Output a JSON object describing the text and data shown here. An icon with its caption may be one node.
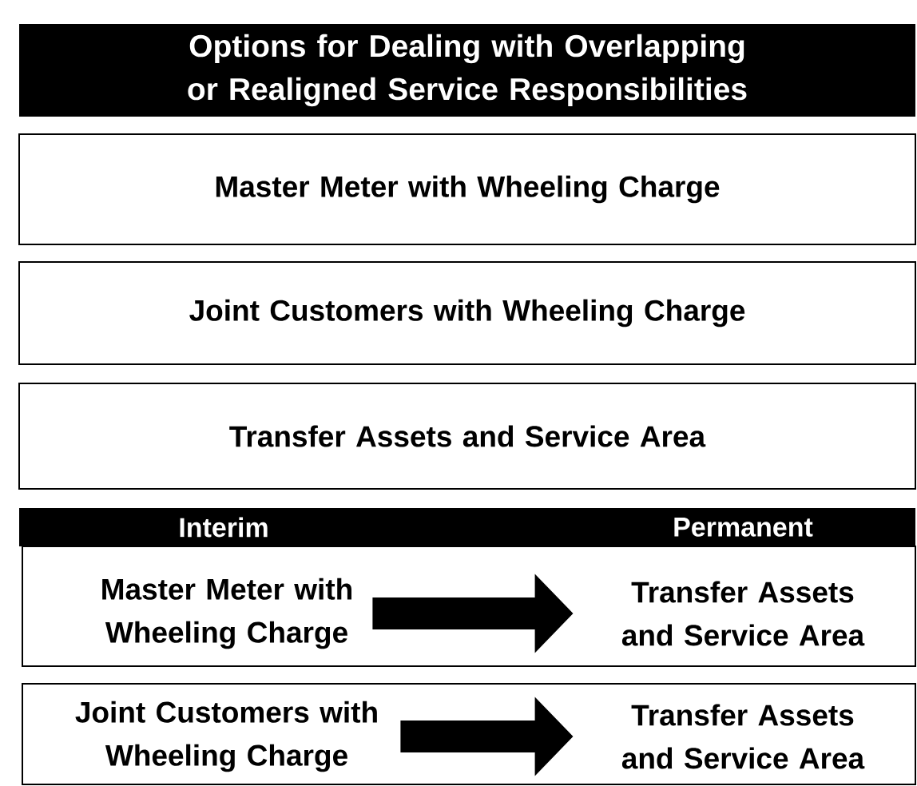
{
  "diagram": {
    "nodes": [
      {
        "text": [
          "Options for Dealing with Overlapping or Realigned Service Responsibilities"
        ]
      },
      {
        "text": [
          "Master Meter with Wheeling Charge"
        ]
      },
      {
        "text": [
          "Joint Customers with Wheeling Charge"
        ]
      },
      {
        "text": [
          "Transfer Assets and Service Area"
        ]
      },
      {
        "text": [
          "Interim",
          "Permanent"
        ]
      },
      {
        "text": [],
        "shape": "box"
      },
      {
        "text": [
          "Master Meter with Wheeling Charge"
        ],
        "in": 5
      },
      {
        "text": [
          "Transfer Assets and Service Area"
        ],
        "in": 5
      },
      {
        "text": [],
        "shape": "box"
      },
      {
        "text": [
          "Joint Customers with Wheeling Charge"
        ],
        "in": 8
      },
      {
        "text": [
          "Transfer Assets and Service Area"
        ],
        "in": 8
      }
    ],
    "edges": [
      {
        "from": 6,
        "to": 7,
        "arrow": "to"
      },
      {
        "from": 9,
        "to": 10,
        "arrow": "to"
      }
    ]
  }
}
